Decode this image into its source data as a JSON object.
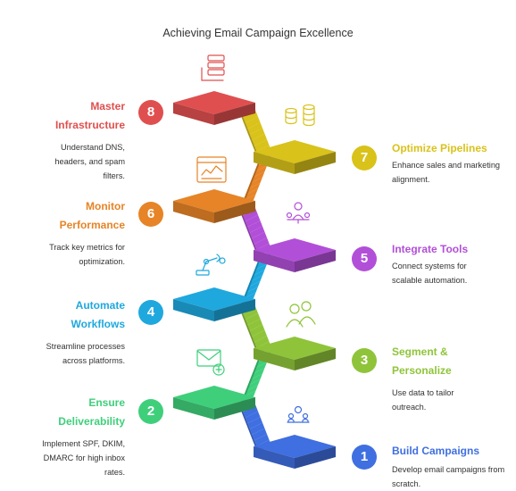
{
  "title": "Achieving Email Campaign Excellence",
  "steps": [
    {
      "num": "1",
      "title": "Build Campaigns",
      "desc": "Develop email campaigns from scratch.",
      "color": "#3f6fe0"
    },
    {
      "num": "2",
      "title": "Ensure Deliverability",
      "desc": "Implement SPF, DKIM, DMARC for high inbox rates.",
      "color": "#3fcf7b"
    },
    {
      "num": "3",
      "title": "Segment & Personalize",
      "desc": "Use data to tailor outreach.",
      "color": "#8fc43a"
    },
    {
      "num": "4",
      "title": "Automate Workflows",
      "desc": "Streamline processes across platforms.",
      "color": "#1fa8de"
    },
    {
      "num": "5",
      "title": "Integrate Tools",
      "desc": "Connect systems for scalable automation.",
      "color": "#b24fd8"
    },
    {
      "num": "6",
      "title": "Monitor Performance",
      "desc": "Track key metrics for optimization.",
      "color": "#e68427"
    },
    {
      "num": "7",
      "title": "Optimize Pipelines",
      "desc": "Enhance sales and marketing alignment.",
      "color": "#d9c21a"
    },
    {
      "num": "8",
      "title": "Master Infrastructure",
      "desc": "Understand DNS, headers, and spam filters.",
      "color": "#e04f4f"
    }
  ],
  "icons": [
    "team-meeting-icon",
    "email-add-icon",
    "people-icon",
    "robot-arm-icon",
    "network-person-icon",
    "dashboard-chart-icon",
    "database-stack-icon",
    "server-rack-icon"
  ]
}
